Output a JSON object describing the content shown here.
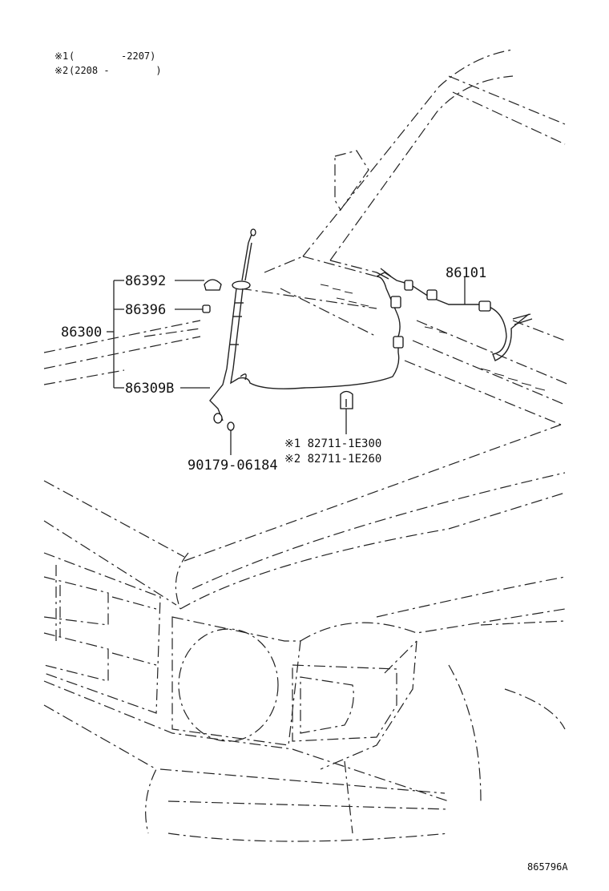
{
  "notes": [
    {
      "mark": "※1",
      "text": "(        -2207)"
    },
    {
      "mark": "※2",
      "text": "(2208 -        )"
    }
  ],
  "parts": {
    "cap": "86392",
    "nut": "86396",
    "antenna_assy": "86300",
    "cable": "86309B",
    "screw": "90179-06184",
    "clamp_1": "※1 82711-1E300",
    "clamp_2": "※2 82711-1E260",
    "harness": "86101"
  },
  "diagram_id": "865796A"
}
